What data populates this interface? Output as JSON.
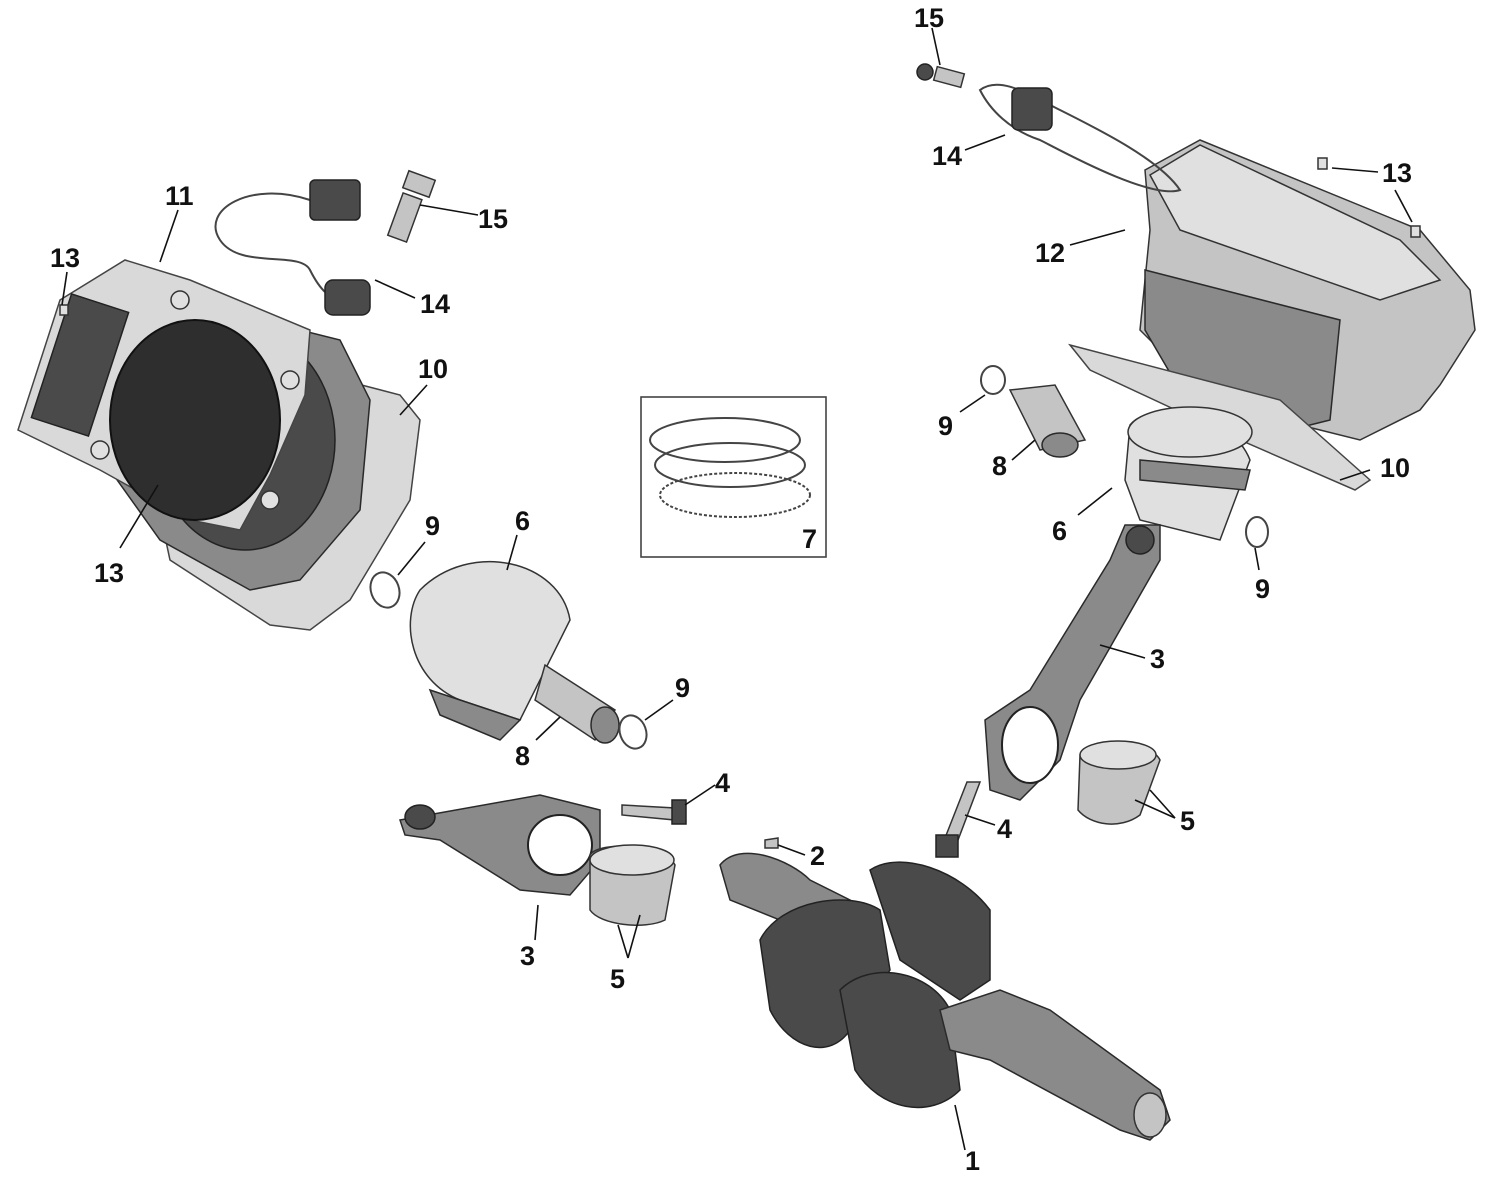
{
  "diagram": {
    "callouts": [
      {
        "id": "c1",
        "label": "1"
      },
      {
        "id": "c2",
        "label": "2"
      },
      {
        "id": "c3a",
        "label": "3"
      },
      {
        "id": "c3b",
        "label": "3"
      },
      {
        "id": "c4a",
        "label": "4"
      },
      {
        "id": "c4b",
        "label": "4"
      },
      {
        "id": "c5a",
        "label": "5"
      },
      {
        "id": "c5b",
        "label": "5"
      },
      {
        "id": "c6a",
        "label": "6"
      },
      {
        "id": "c6b",
        "label": "6"
      },
      {
        "id": "c7",
        "label": "7"
      },
      {
        "id": "c8a",
        "label": "8"
      },
      {
        "id": "c8b",
        "label": "8"
      },
      {
        "id": "c9a",
        "label": "9"
      },
      {
        "id": "c9b",
        "label": "9"
      },
      {
        "id": "c9c",
        "label": "9"
      },
      {
        "id": "c9d",
        "label": "9"
      },
      {
        "id": "c10a",
        "label": "10"
      },
      {
        "id": "c10b",
        "label": "10"
      },
      {
        "id": "c11",
        "label": "11"
      },
      {
        "id": "c12",
        "label": "12"
      },
      {
        "id": "c13a",
        "label": "13"
      },
      {
        "id": "c13b",
        "label": "13"
      },
      {
        "id": "c13c",
        "label": "13"
      },
      {
        "id": "c14a",
        "label": "14"
      },
      {
        "id": "c14b",
        "label": "14"
      },
      {
        "id": "c15a",
        "label": "15"
      },
      {
        "id": "c15b",
        "label": "15"
      }
    ]
  }
}
